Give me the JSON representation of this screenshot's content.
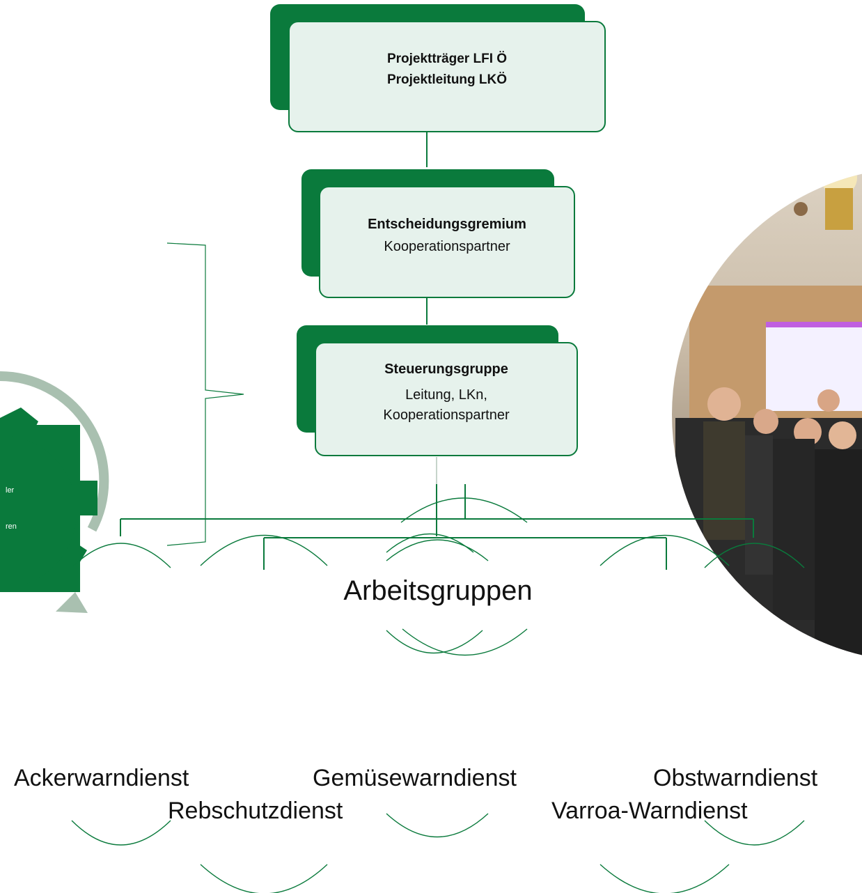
{
  "colors": {
    "accent": "#0a7a3c",
    "box_fill": "#e6f2ec",
    "arrow": "#a9c0b0"
  },
  "org": {
    "top": {
      "line1": "Projektträger LFI Ö",
      "line2": "Projektleitung LKÖ"
    },
    "decision": {
      "title": "Entscheidungsgremium",
      "subtitle": "Kooperationspartner"
    },
    "steering": {
      "title": "Steuerungsgruppe",
      "line1": "Leitung, LKn,",
      "line2": "Kooperationspartner"
    },
    "working_groups": "Arbeitsgruppen",
    "services": {
      "acker": "Ackerwarndienst",
      "reb": "Rebschutzdienst",
      "gemuese": "Gemüsewarndienst",
      "varroa": "Varroa-Warndienst",
      "obst": "Obstwarndienst"
    }
  },
  "gear": {
    "fragment1": "ler",
    "fragment2": "ren"
  },
  "photo": {
    "icon": "group-photo"
  }
}
